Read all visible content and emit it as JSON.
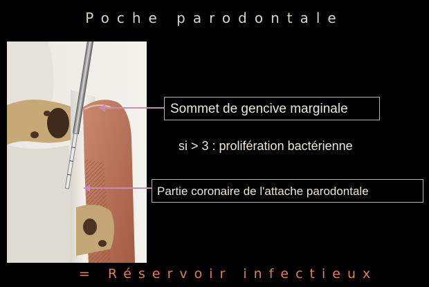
{
  "title": "Poche parodontale",
  "labels": {
    "sommet": "Sommet de gencive marginale",
    "note": "si > 3 : prolifération bactérienne",
    "partie": "Partie coronaire de l'attache parodontale"
  },
  "footer": "= Réservoir infectieux",
  "colors": {
    "background": "#000000",
    "title_text": "#d8d3c9",
    "label_text": "#ece7dc",
    "frame": "#b9b6ad",
    "pointer": "#c98bb4",
    "footer_text": "#d9815a"
  }
}
